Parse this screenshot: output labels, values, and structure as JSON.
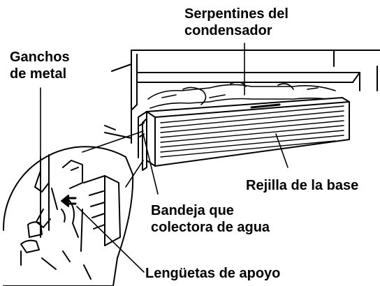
{
  "labels": {
    "condenser_coils_line1": "Serpentines del",
    "condenser_coils_line2": "condensador",
    "metal_hooks_line1": "Ganchos",
    "metal_hooks_line2": "de metal",
    "base_grille": "Rejilla de la base",
    "drip_pan_line1": "Bandeja que",
    "drip_pan_line2": "colectora de agua",
    "support_tabs": "Lengüetas de apoyo"
  },
  "colors": {
    "ink": "#000000",
    "background": "#ffffff"
  }
}
